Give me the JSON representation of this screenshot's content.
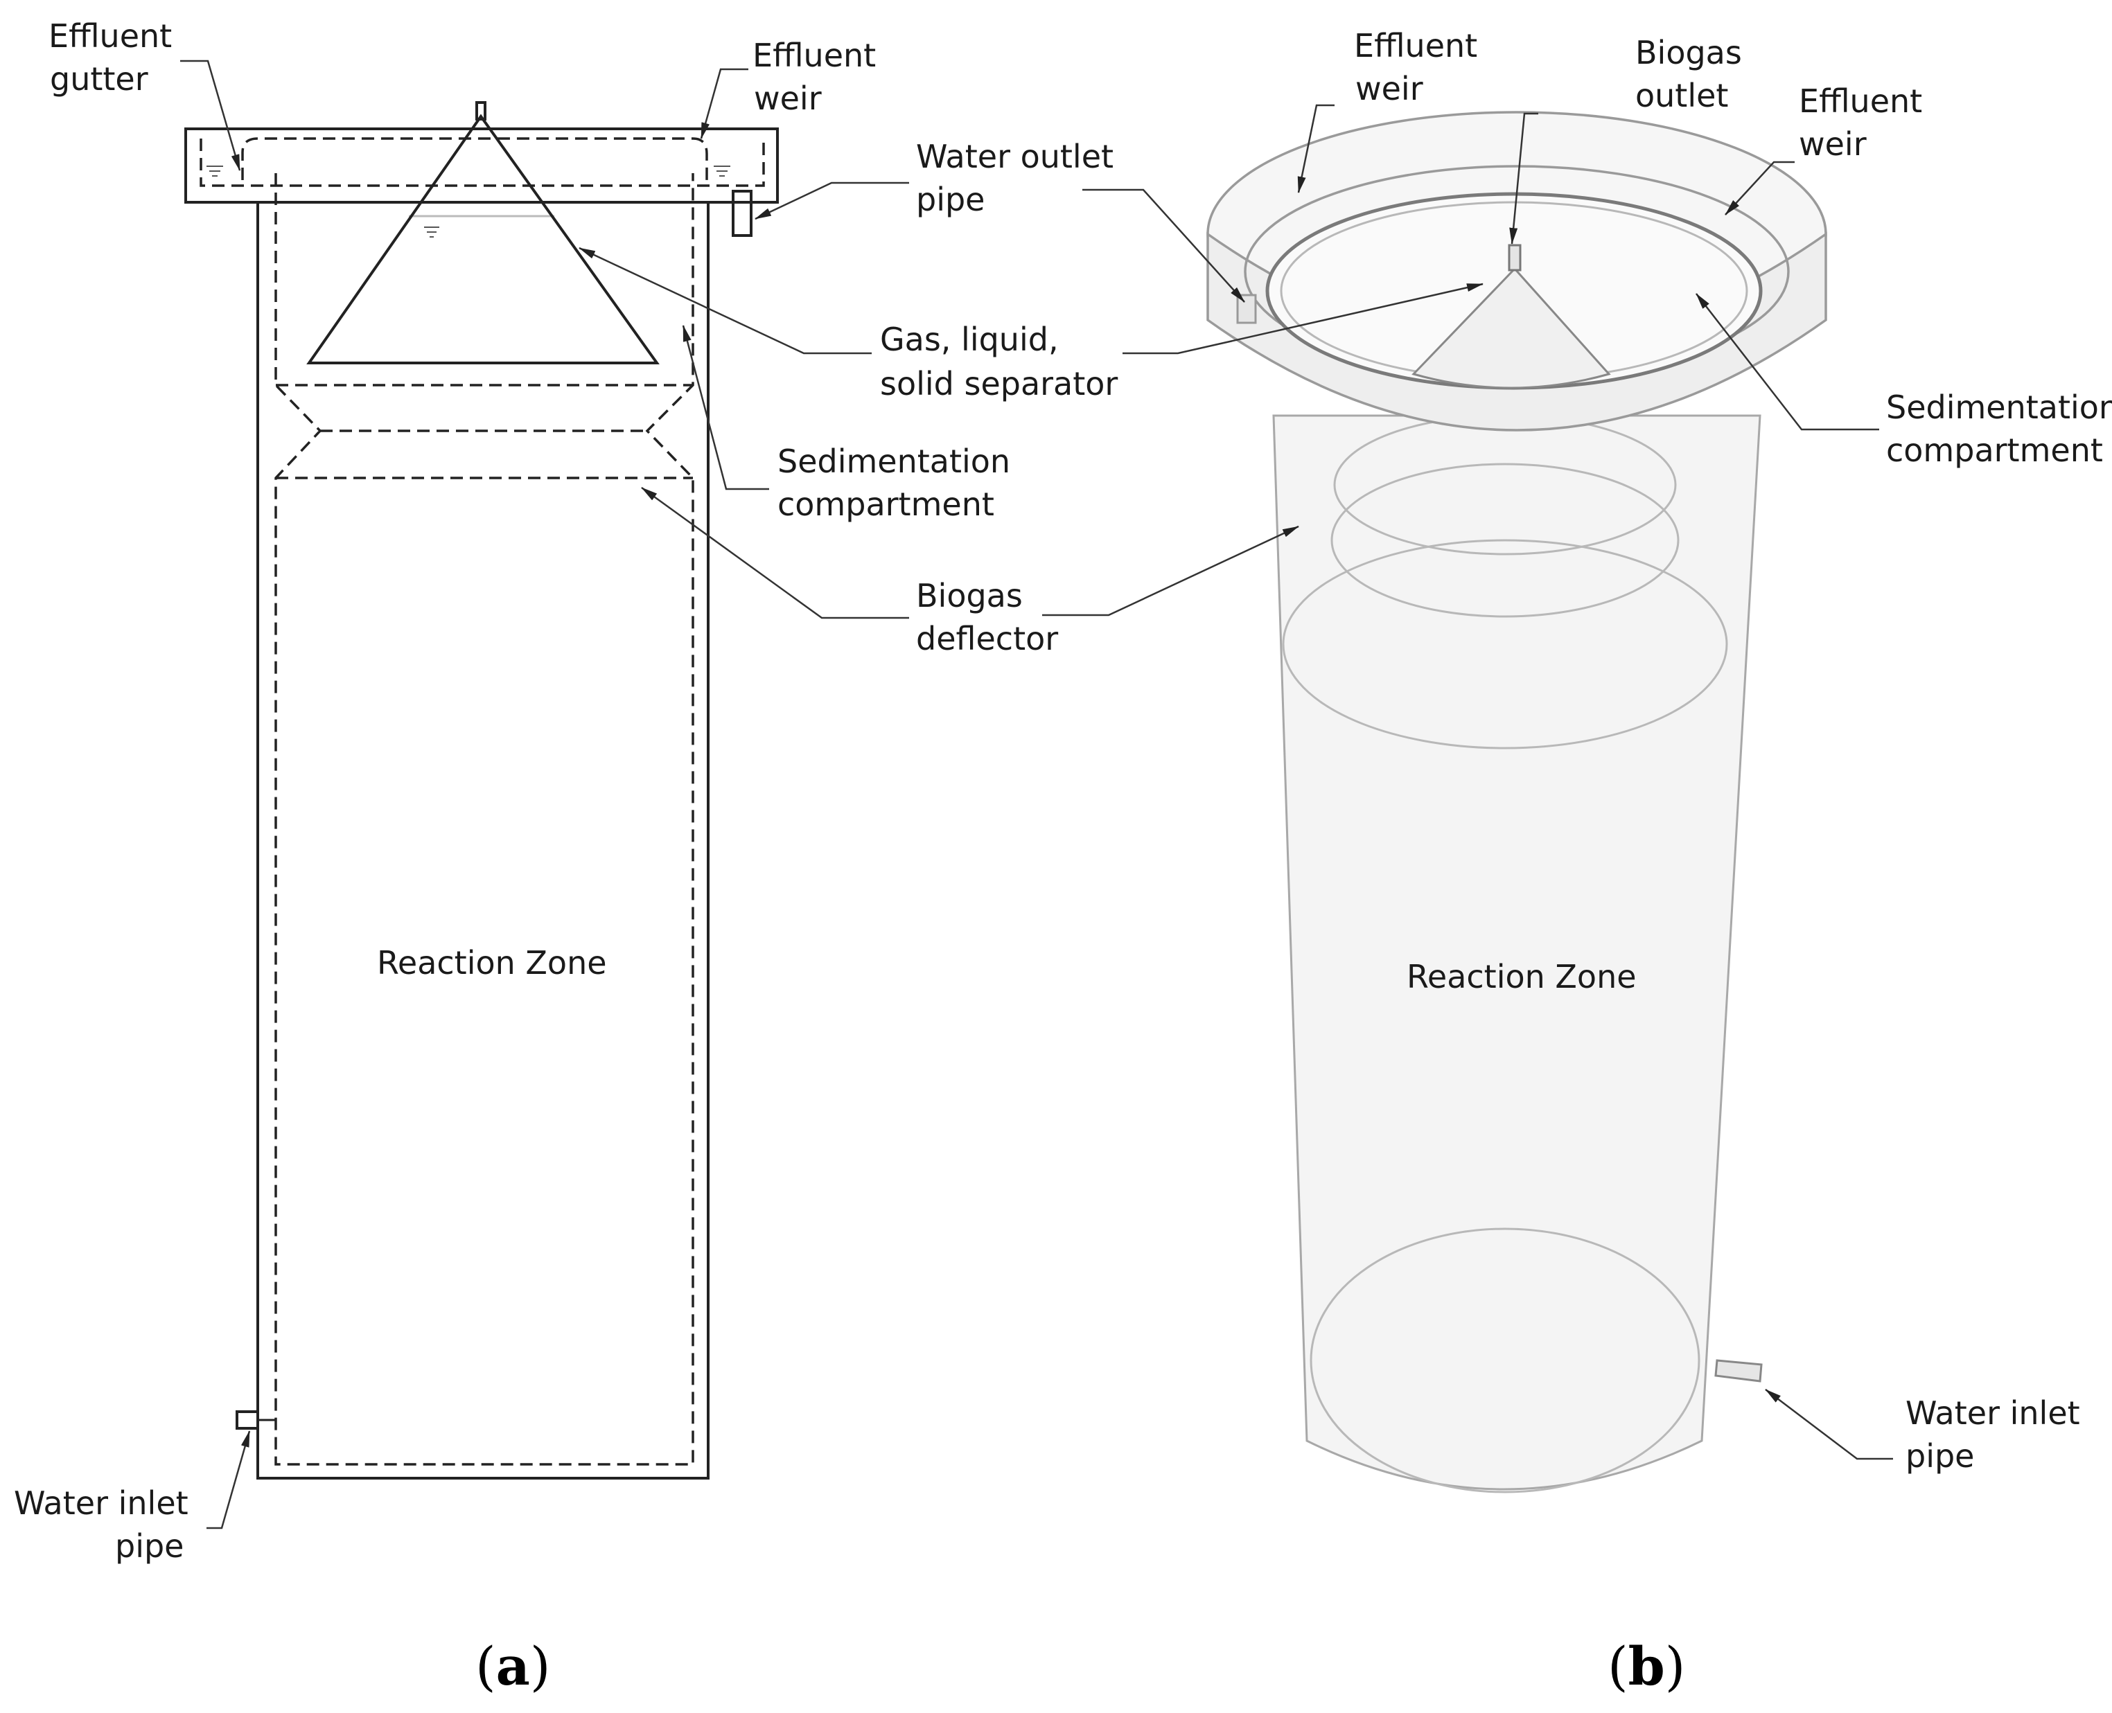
{
  "panel_a": {
    "caption": "a",
    "labels": {
      "effluent_gutter": [
        "Effluent",
        "gutter"
      ],
      "effluent_weir": [
        "Effluent",
        "weir"
      ],
      "water_outlet_pipe": [
        "Water outlet",
        "pipe"
      ],
      "gls_separator": [
        "Gas, liquid,",
        "solid separator"
      ],
      "sedimentation": [
        "Sedimentation",
        "compartment"
      ],
      "biogas_deflector": [
        "Biogas",
        "deflector"
      ],
      "reaction_zone": "Reaction Zone",
      "water_inlet_pipe": [
        "Water inlet",
        "pipe"
      ]
    }
  },
  "panel_b": {
    "caption": "b",
    "labels": {
      "effluent_weir_left": [
        "Effluent",
        "weir"
      ],
      "biogas_outlet": [
        "Biogas",
        "outlet"
      ],
      "effluent_weir_right": [
        "Effluent",
        "weir"
      ],
      "sedimentation": [
        "Sedimentation",
        "compartment"
      ],
      "reaction_zone": "Reaction Zone",
      "water_inlet_pipe": [
        "Water inlet",
        "pipe"
      ]
    }
  }
}
